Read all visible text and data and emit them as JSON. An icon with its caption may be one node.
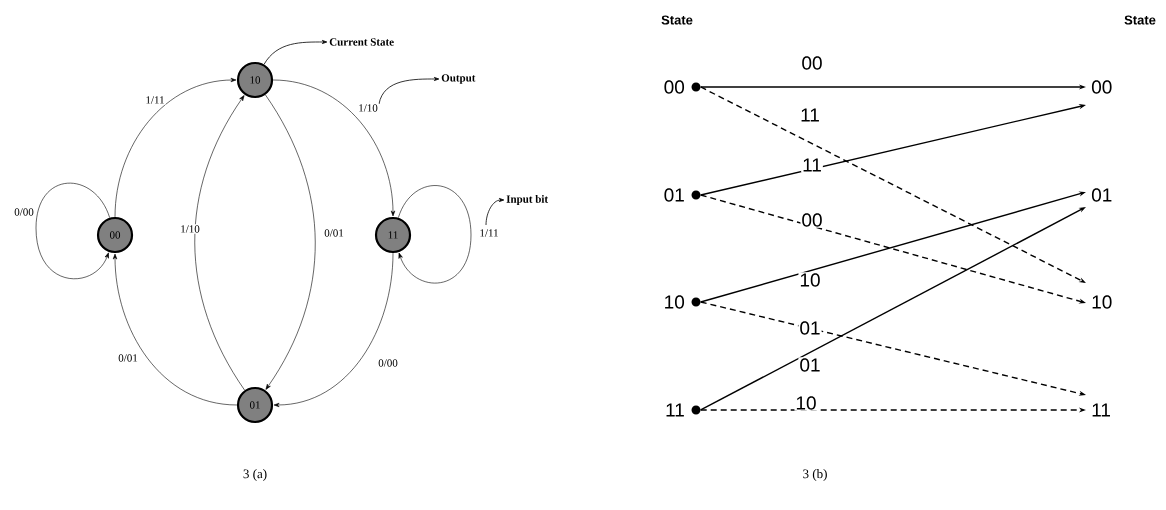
{
  "diagram": {
    "nodes": [
      {
        "text": [
          "10"
        ]
      },
      {
        "text": [
          "00"
        ]
      },
      {
        "text": [
          "11"
        ]
      },
      {
        "text": [
          "01"
        ]
      },
      {
        "text": [
          "Current State"
        ]
      },
      {
        "text": [
          "Output"
        ]
      },
      {
        "text": [
          "Input bit"
        ]
      },
      {
        "text": [
          "00"
        ]
      },
      {
        "text": [
          "01"
        ]
      },
      {
        "text": [
          "10"
        ]
      },
      {
        "text": [
          "11"
        ]
      },
      {
        "text": [
          "00"
        ]
      },
      {
        "text": [
          "01"
        ]
      },
      {
        "text": [
          "10"
        ]
      },
      {
        "text": [
          "11"
        ]
      }
    ],
    "edges": [
      {
        "from": 1,
        "to": 0,
        "arrow": "to",
        "label": "1/11"
      },
      {
        "from": 0,
        "to": 2,
        "arrow": "to",
        "label": "1/10"
      },
      {
        "from": 1,
        "to": 1,
        "arrow": "to",
        "label": "0/00"
      },
      {
        "from": 2,
        "to": 2,
        "arrow": "to",
        "label": "1/11"
      },
      {
        "from": 3,
        "to": 0,
        "arrow": "to",
        "label": "1/10"
      },
      {
        "from": 0,
        "to": 3,
        "arrow": "to",
        "label": "0/01"
      },
      {
        "from": 3,
        "to": 1,
        "arrow": "to",
        "label": "0/01"
      },
      {
        "from": 2,
        "to": 3,
        "arrow": "to",
        "label": "0/00"
      },
      {
        "from": 0,
        "to": 4,
        "arrow": "to"
      },
      {
        "from": null,
        "to": 5,
        "arrow": "to"
      },
      {
        "from": null,
        "to": 6,
        "arrow": "to"
      },
      {
        "from": 7,
        "to": 11,
        "arrow": "to",
        "label": "00"
      },
      {
        "from": 7,
        "to": 13,
        "arrow": "to",
        "label": "11",
        "style": "dashed"
      },
      {
        "from": 8,
        "to": 11,
        "arrow": "to",
        "label": "11"
      },
      {
        "from": 8,
        "to": 13,
        "arrow": "to",
        "label": "00",
        "style": "dashed"
      },
      {
        "from": 9,
        "to": 12,
        "arrow": "to",
        "label": "10"
      },
      {
        "from": 9,
        "to": 14,
        "arrow": "to",
        "label": "01",
        "style": "dashed"
      },
      {
        "from": 10,
        "to": 12,
        "arrow": "to",
        "label": "01"
      },
      {
        "from": 10,
        "to": 14,
        "arrow": "to",
        "label": "10",
        "style": "dashed"
      }
    ],
    "labels": [
      "State",
      "State",
      "3 (a)",
      "3 (b)"
    ]
  }
}
